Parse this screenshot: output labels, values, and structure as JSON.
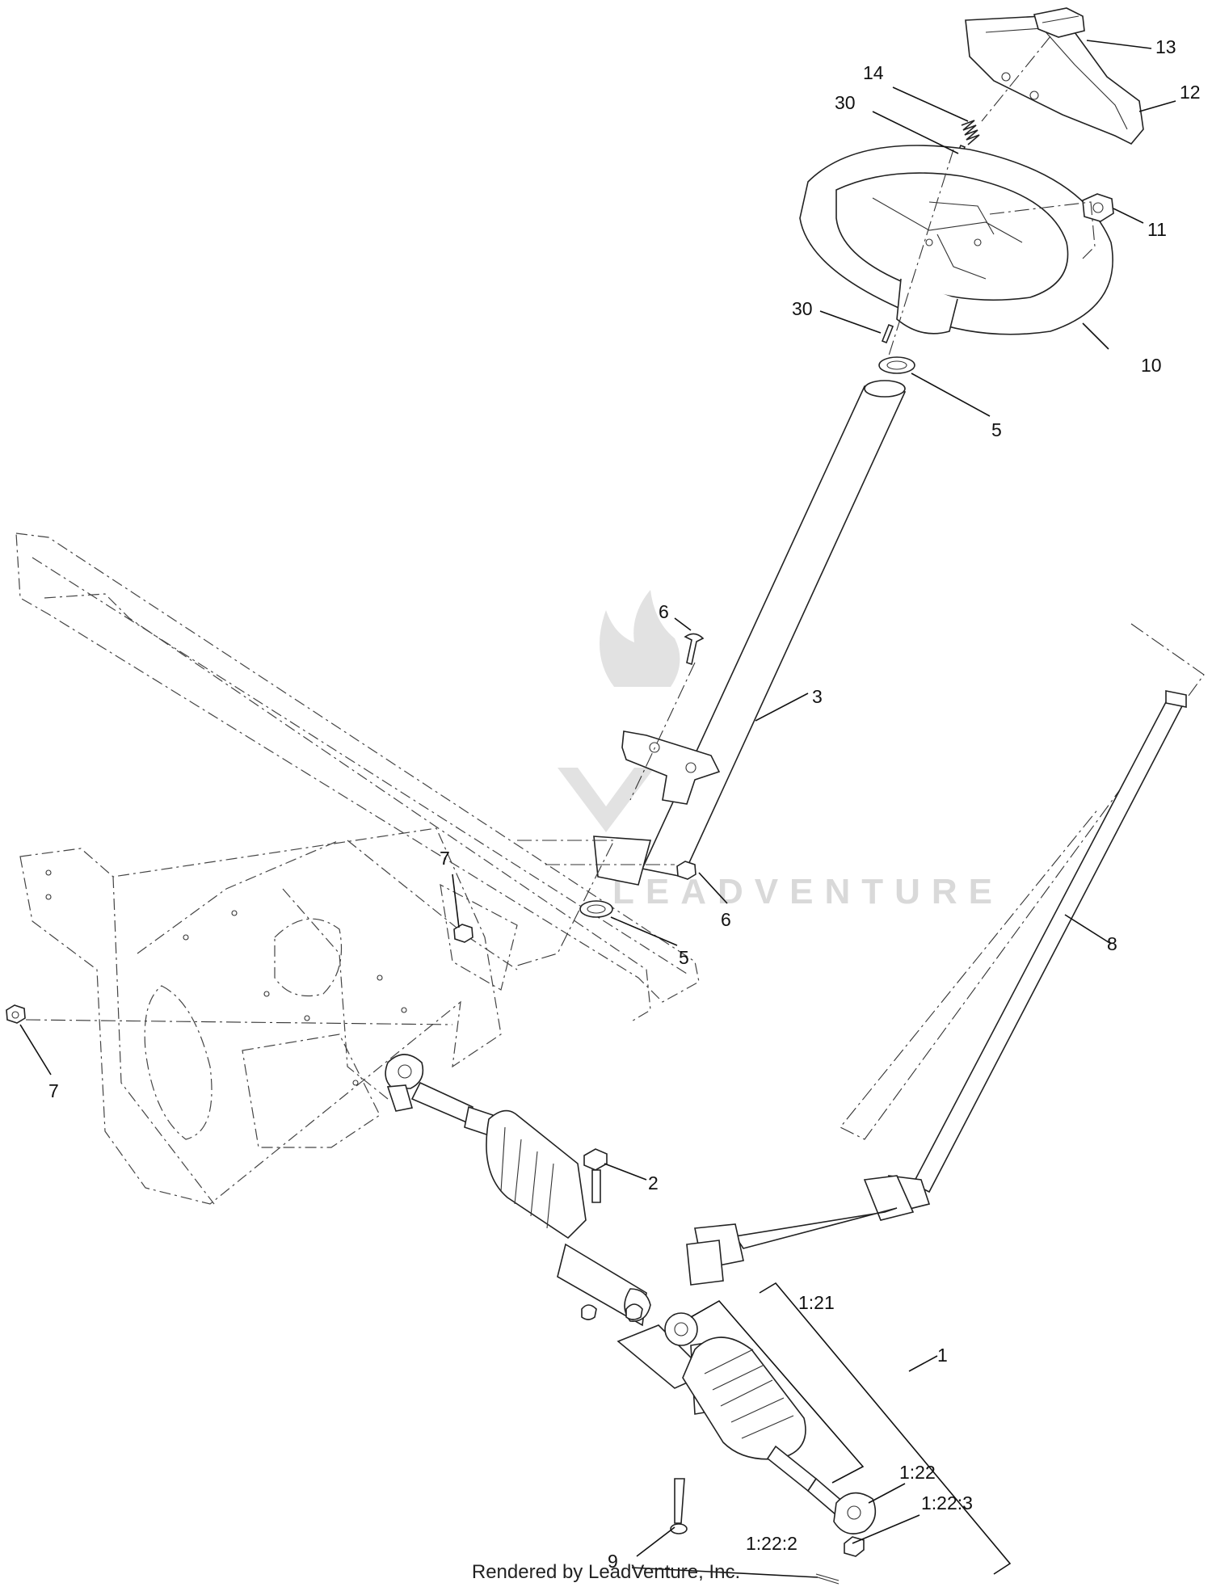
{
  "watermark": {
    "text": "LEADVENTURE"
  },
  "footer": {
    "text": "Rendered by LeadVenture, Inc."
  },
  "callouts": {
    "c13": "13",
    "c12": "12",
    "c14": "14",
    "c30a": "30",
    "c11": "11",
    "c30b": "30",
    "c10": "10",
    "c5a": "5",
    "c6a": "6",
    "c3": "3",
    "c7a": "7",
    "c6b": "6",
    "c5b": "5",
    "c8": "8",
    "c7b": "7",
    "c2": "2",
    "c1": "1",
    "c121": "1:21",
    "c122": "1:22",
    "c1223": "1:22:3",
    "c9": "9",
    "c1222": "1:22:2"
  }
}
